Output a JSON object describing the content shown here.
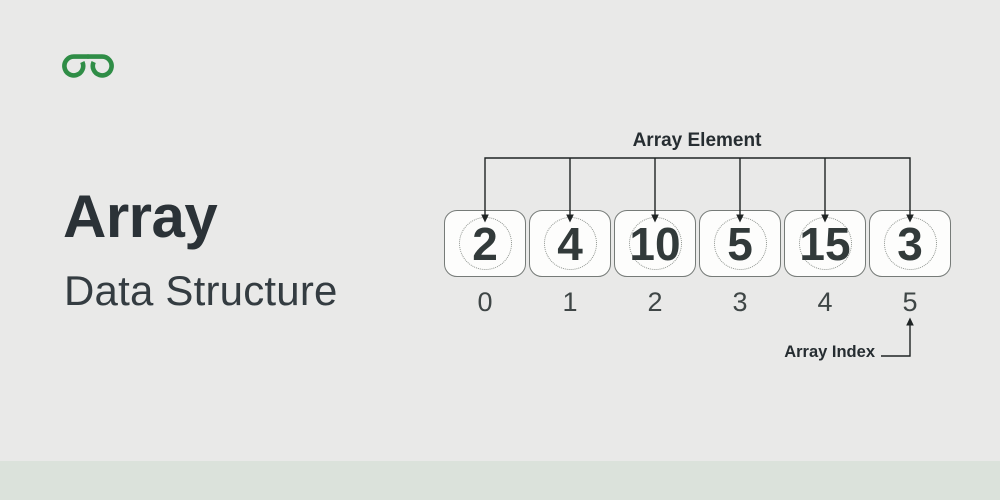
{
  "brand": {
    "logo_name": "geeksforgeeks-logo"
  },
  "hero": {
    "title": "Array",
    "subtitle": "Data Structure"
  },
  "diagram": {
    "element_label": "Array Element",
    "index_label": "Array Index",
    "cells": [
      {
        "value": "2",
        "index": "0"
      },
      {
        "value": "4",
        "index": "1"
      },
      {
        "value": "10",
        "index": "2"
      },
      {
        "value": "5",
        "index": "3"
      },
      {
        "value": "15",
        "index": "4"
      },
      {
        "value": "3",
        "index": "5"
      }
    ]
  },
  "colors": {
    "background": "#e9e9e8",
    "footer_strip": "#dbe2db",
    "logo_green": "#2f8d46",
    "heading_text": "#2b3237",
    "subheading_text": "#343c41",
    "label_text": "#262d31",
    "digit_text": "#323a3a",
    "index_text": "#3f4646",
    "box_fill": "#fdfdfc",
    "box_border": "#767b78",
    "circle_border": "#8f948f",
    "arrow_line": "#1f2424"
  }
}
